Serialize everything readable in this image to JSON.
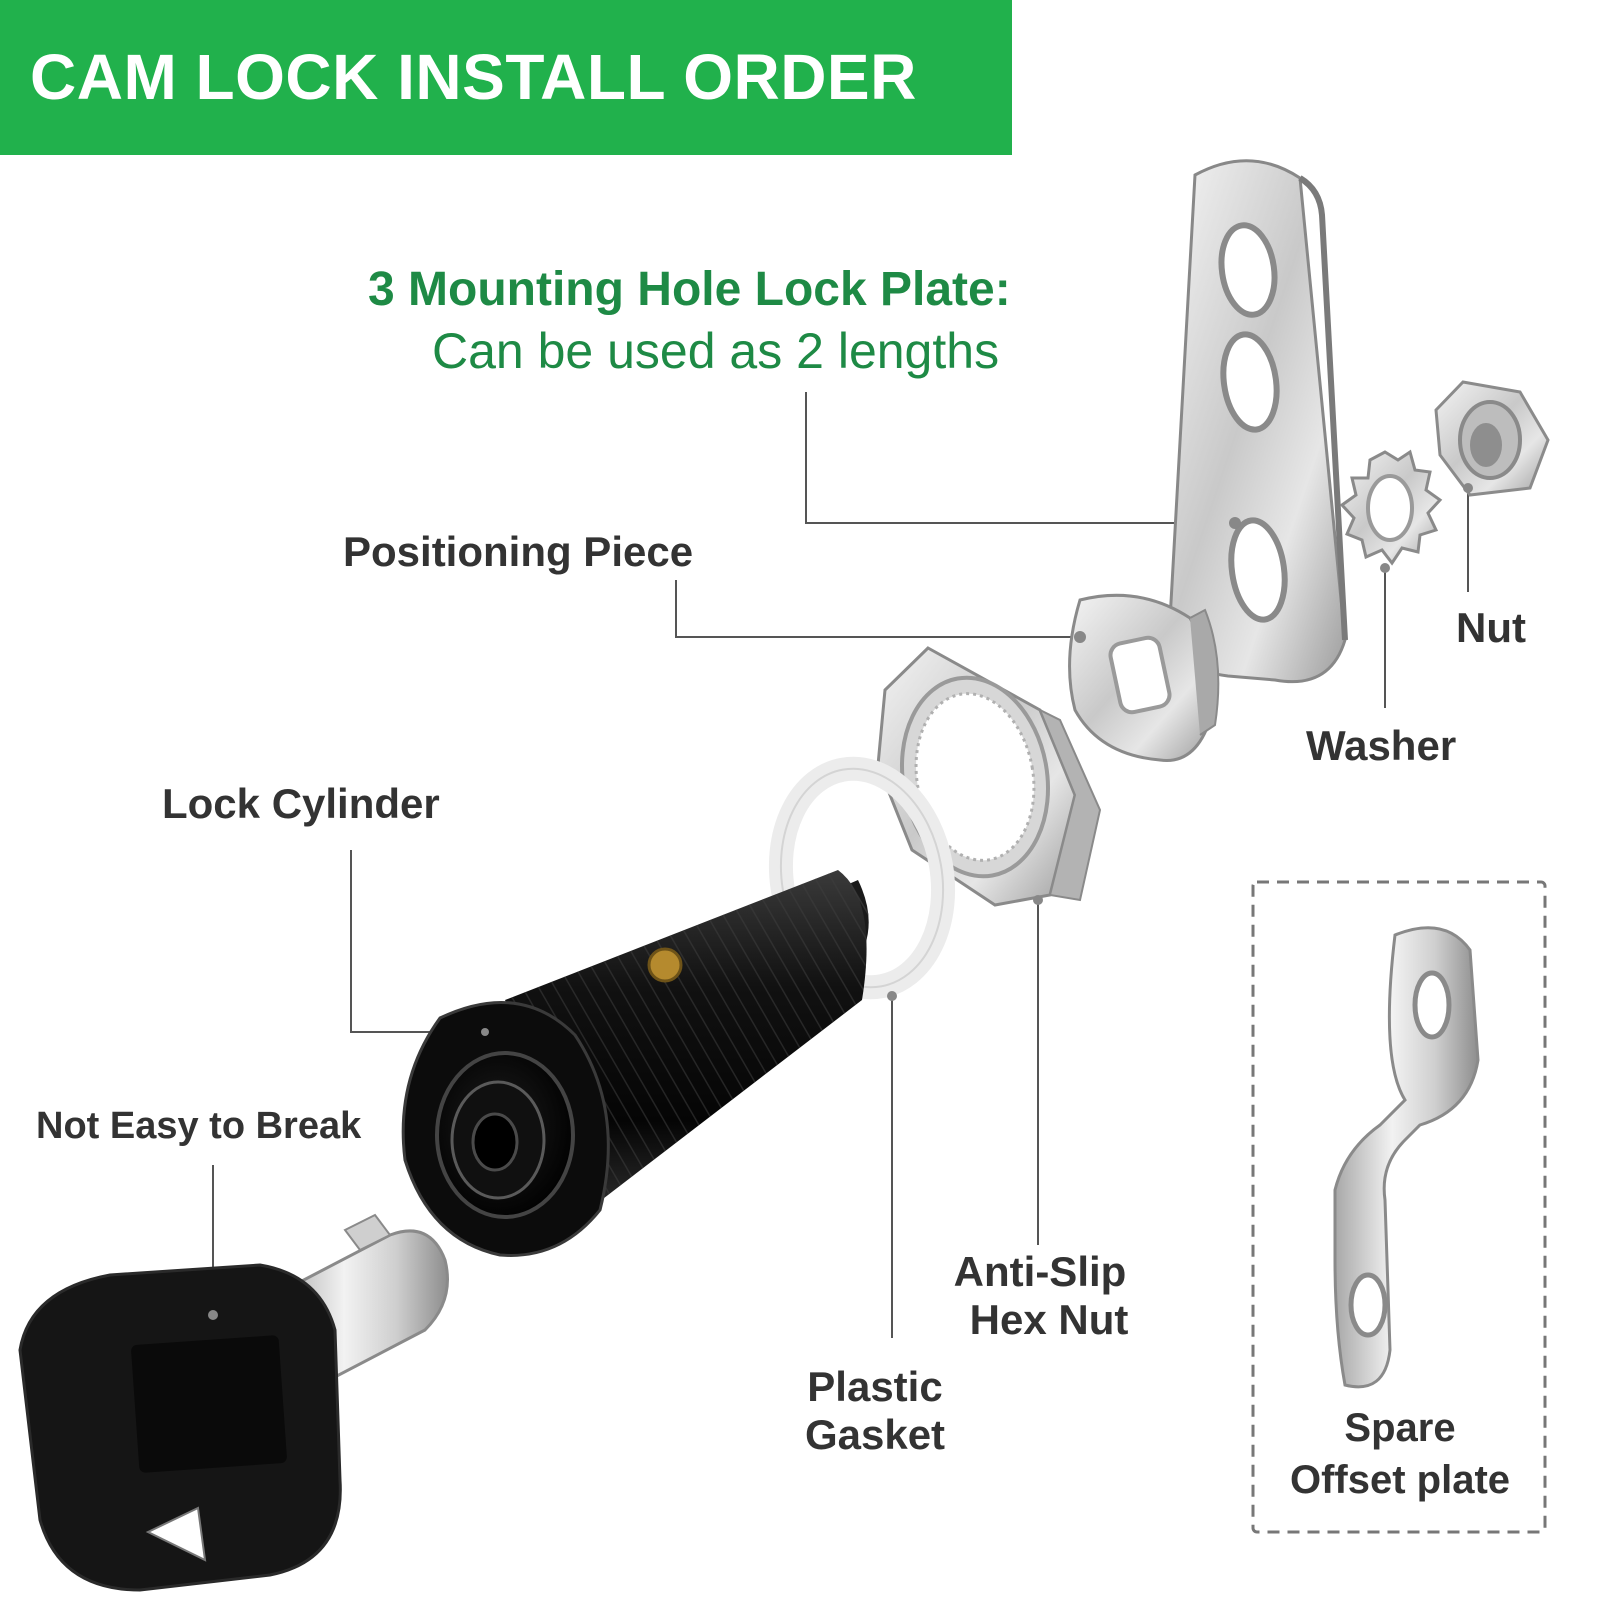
{
  "header": {
    "title": "CAM LOCK INSTALL ORDER"
  },
  "colors": {
    "banner": "#21b14c",
    "accent_text": "#1e8a45",
    "label_text": "#333333",
    "leader_line": "#555555"
  },
  "lock_plate": {
    "title": "3 Mounting Hole Lock Plate:",
    "subtitle": "Can be used as 2 lengths"
  },
  "labels": {
    "positioning_piece": "Positioning Piece",
    "nut": "Nut",
    "washer": "Washer",
    "lock_cylinder": "Lock Cylinder",
    "not_easy_to_break": "Not Easy to Break",
    "anti_slip_line1": "Anti-Slip",
    "anti_slip_line2": "Hex Nut",
    "plastic_gasket_line1": "Plastic",
    "plastic_gasket_line2": "Gasket",
    "spare_line1": "Spare",
    "spare_line2": "Offset plate"
  }
}
